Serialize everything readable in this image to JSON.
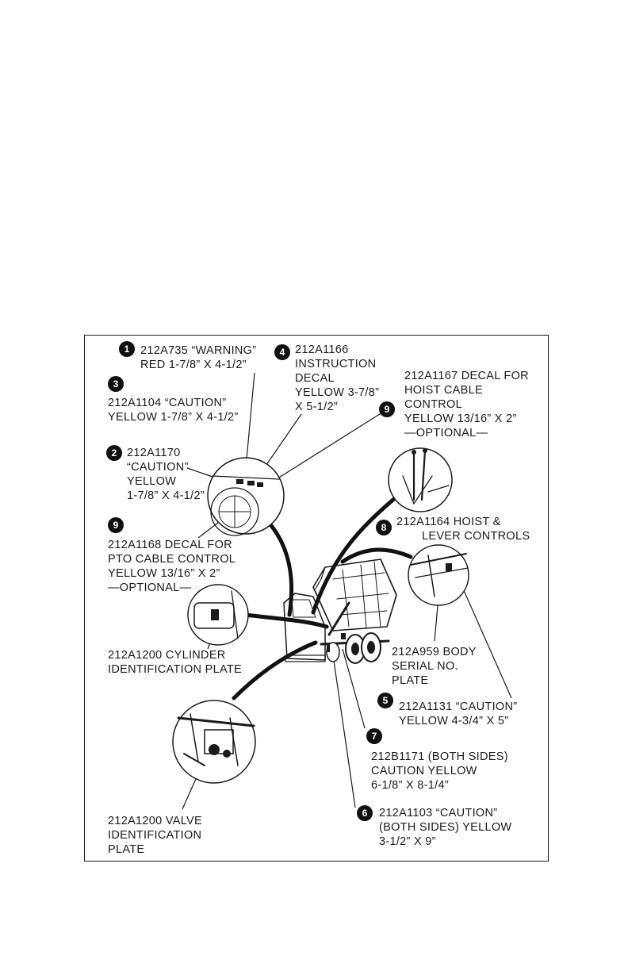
{
  "callouts": {
    "c1": {
      "number": "1",
      "lines": [
        "212A735 “WARNING”",
        "RED 1-7/8” X 4-1/2”"
      ]
    },
    "c3": {
      "number": "3",
      "lines": [
        "212A1104 “CAUTION”",
        "YELLOW 1-7/8” X 4-1/2”"
      ]
    },
    "c4": {
      "number": "4",
      "lines": [
        "212A1166",
        "INSTRUCTION",
        "DECAL",
        "YELLOW 3-7/8”",
        " X 5-1/2”"
      ]
    },
    "c9a": {
      "number": "9",
      "lines": [
        "212A1167 DECAL FOR",
        "HOIST CABLE",
        "CONTROL",
        "YELLOW 13/16” X 2”",
        "—OPTIONAL—"
      ]
    },
    "c2": {
      "number": "2",
      "lines": [
        "212A1170",
        "“CAUTION”",
        "YELLOW",
        "1-7/8” X 4-1/2”"
      ]
    },
    "c8": {
      "number": "8",
      "lines": [
        "212A1164  HOIST &",
        "LEVER CONTROLS"
      ]
    },
    "c9b": {
      "number": "9",
      "lines": [
        "212A1168 DECAL FOR",
        "PTO CABLE CONTROL",
        "YELLOW 13/16” X 2”",
        "—OPTIONAL—"
      ]
    },
    "cyl": {
      "lines": [
        "212A1200 CYLINDER",
        "IDENTIFICATION PLATE"
      ]
    },
    "serial": {
      "lines": [
        "212A959 BODY",
        "SERIAL NO.",
        "PLATE"
      ]
    },
    "c5": {
      "number": "5",
      "lines": [
        "212A1131 “CAUTION”",
        "YELLOW 4-3/4” X 5”"
      ]
    },
    "c7": {
      "number": "7",
      "lines": [
        "212B1171 (BOTH SIDES)",
        "CAUTION YELLOW",
        "6-1/8” X 8-1/4”"
      ]
    },
    "c6": {
      "number": "6",
      "lines": [
        "212A1103 “CAUTION”",
        "(BOTH SIDES) YELLOW",
        "3-1/2” X 9”"
      ]
    },
    "valve": {
      "lines": [
        "212A1200 VALVE",
        "IDENTIFICATION",
        "PLATE"
      ]
    }
  },
  "colors": {
    "ink": "#1a1a1a",
    "background": "#ffffff"
  }
}
